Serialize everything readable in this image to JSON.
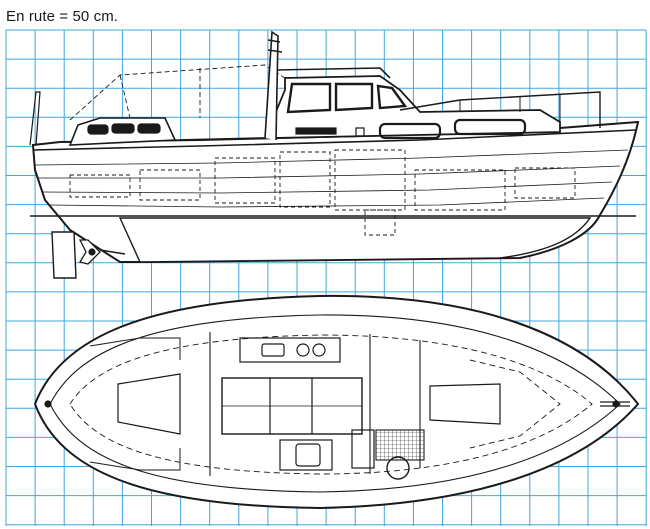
{
  "caption": {
    "scale_note": "En rute = 50 cm."
  },
  "grid": {
    "color": "#3fa7e0"
  },
  "drawing": {
    "ink_color": "#1a1a1a",
    "hull_fill": "#ffffff"
  },
  "views": [
    {
      "id": "profile",
      "type": "side-elevation"
    },
    {
      "id": "plan",
      "type": "deck-layout-plan"
    }
  ]
}
